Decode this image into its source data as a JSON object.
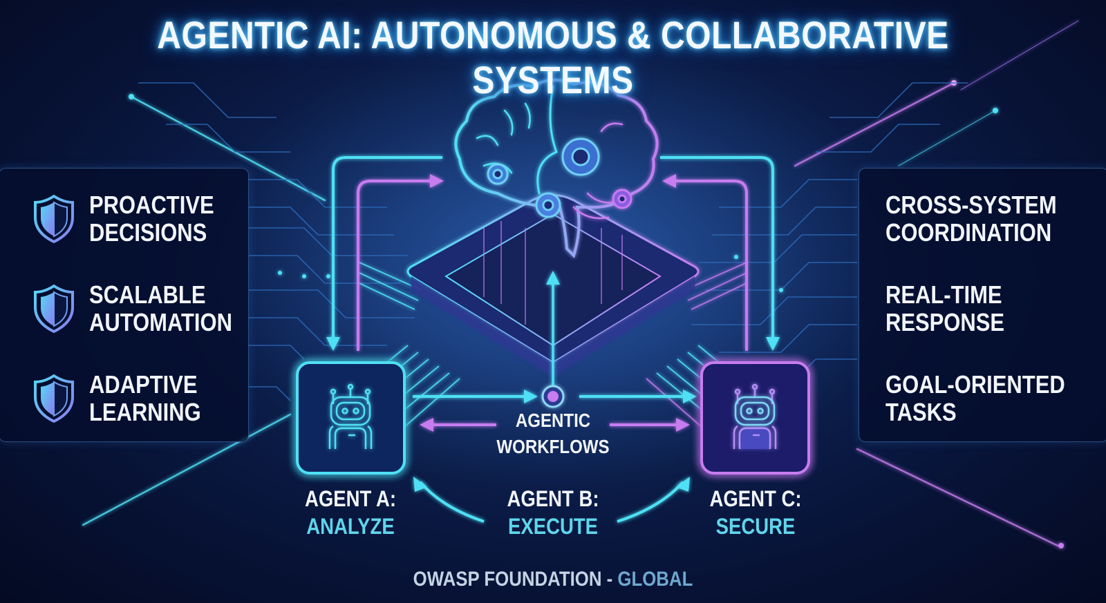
{
  "title": "AGENTIC AI: AUTONOMOUS & COLLABORATIVE SYSTEMS",
  "colors": {
    "background": "#071235",
    "cyan": "#4fe0f5",
    "violet": "#c77cf0",
    "text": "#f2f5fb",
    "accent_text": "#5fd6ec"
  },
  "left_panel": {
    "items": [
      {
        "icon": "shield-icon",
        "line1": "PROACTIVE",
        "line2": "DECISIONS"
      },
      {
        "icon": "shield-icon",
        "line1": "SCALABLE",
        "line2": "AUTOMATION"
      },
      {
        "icon": "shield-icon",
        "line1": "ADAPTIVE",
        "line2": "LEARNING"
      }
    ]
  },
  "right_panel": {
    "items": [
      {
        "line1": "CROSS-SYSTEM",
        "line2": "COORDINATION"
      },
      {
        "line1": "REAL-TIME",
        "line2": "RESPONSE"
      },
      {
        "line1": "GOAL-ORIENTED",
        "line2": "TASKS"
      }
    ]
  },
  "center": {
    "hub_icon": "brain-gears-icon",
    "workflow_label_1": "AGENTIC",
    "workflow_label_2": "WORKFLOWS"
  },
  "agents": [
    {
      "icon": "robot-icon",
      "name": "AGENT A:",
      "role": "ANALYZE"
    },
    {
      "icon": "robot-icon",
      "name": "AGENT B:",
      "role": "EXECUTE"
    },
    {
      "icon": "robot-icon",
      "name": "AGENT C:",
      "role": "SECURE"
    }
  ],
  "footer": {
    "org": "OWASP FOUNDATION - ",
    "scope": "GLOBAL"
  }
}
